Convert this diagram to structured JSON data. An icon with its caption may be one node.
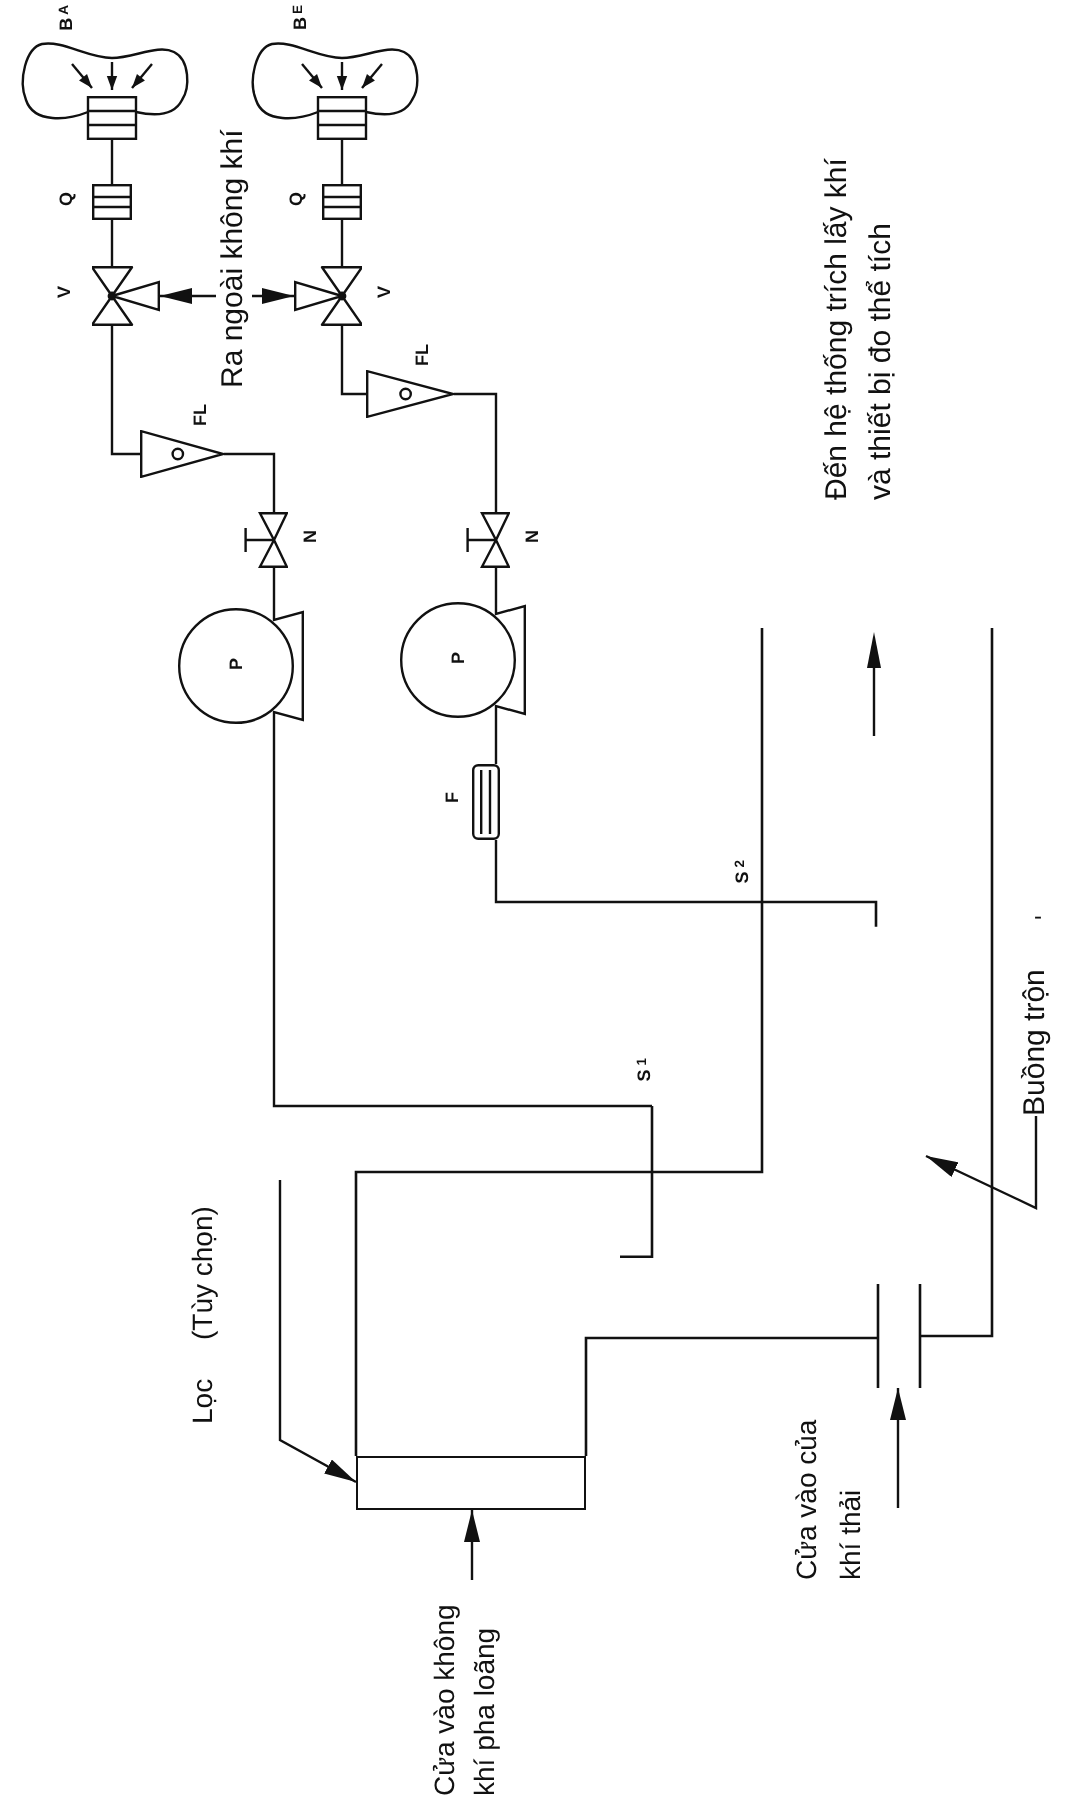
{
  "diagram": {
    "nodes": [
      {
        "text": [
          "B$_{A}$"
        ]
      },
      {
        "text": [
          "B$_{E}$"
        ]
      },
      {
        "text": [
          "Q"
        ]
      },
      {
        "text": [
          "Q"
        ]
      },
      {
        "text": [
          "V"
        ]
      },
      {
        "text": [
          "V"
        ]
      },
      {
        "text": [
          "Ra ngoài không khí"
        ]
      },
      {
        "text": [
          "FL"
        ]
      },
      {
        "text": [
          "FL"
        ]
      },
      {
        "text": [
          "N"
        ]
      },
      {
        "text": [
          "N"
        ]
      },
      {
        "text": [
          "P"
        ]
      },
      {
        "text": [
          "P"
        ]
      },
      {
        "text": [
          "F"
        ]
      },
      {
        "text": [
          "Đến hệ thống trích lấy khí và thiết bị đo thể tích"
        ]
      },
      {
        "text": [],
        "shape": "bar",
        "beside": [
          "S$_{1}$"
        ]
      },
      {
        "text": [],
        "shape": "bar",
        "beside": [
          "S$_{2}$"
        ]
      },
      {
        "text": [
          "Lọc",
          "(Tùy chọn)"
        ]
      },
      {
        "text": [],
        "shape": "box"
      },
      {
        "text": [
          "Cửa vào không khí pha loãng"
        ]
      },
      {
        "text": [],
        "shape": "bar"
      },
      {
        "text": [
          "Cửa vào của khí thải"
        ]
      },
      {
        "text": [
          "Buồng trộn"
        ]
      }
    ],
    "edges": [
      {
        "from": 0,
        "to": 2,
        "arrow": "none"
      },
      {
        "from": 2,
        "to": 4,
        "arrow": "none"
      },
      {
        "from": 4,
        "to": 7,
        "arrow": "none"
      },
      {
        "from": 7,
        "to": 9,
        "arrow": "none"
      },
      {
        "from": 9,
        "to": 11,
        "arrow": "none"
      },
      {
        "from": 11,
        "to": 15,
        "arrow": "none"
      },
      {
        "from": 1,
        "to": 3,
        "arrow": "none"
      },
      {
        "from": 3,
        "to": 5,
        "arrow": "none"
      },
      {
        "from": 5,
        "to": 8,
        "arrow": "none"
      },
      {
        "from": 8,
        "to": 10,
        "arrow": "none"
      },
      {
        "from": 10,
        "to": 12,
        "arrow": "none"
      },
      {
        "from": 12,
        "to": 13,
        "arrow": "none"
      },
      {
        "from": 13,
        "to": 16,
        "arrow": "none"
      },
      {
        "from": 6,
        "to": 4,
        "arrow": "to"
      },
      {
        "from": 6,
        "to": 5,
        "arrow": "to"
      },
      {
        "from": 17,
        "to": 18,
        "arrow": "to"
      },
      {
        "from": 19,
        "to": 18,
        "arrow": "to"
      },
      {
        "from": 21,
        "to": 20,
        "arrow": "to"
      },
      {
        "from": 22,
        "to": null,
        "arrow": "to"
      }
    ],
    "labels": [
      "-"
    ]
  }
}
